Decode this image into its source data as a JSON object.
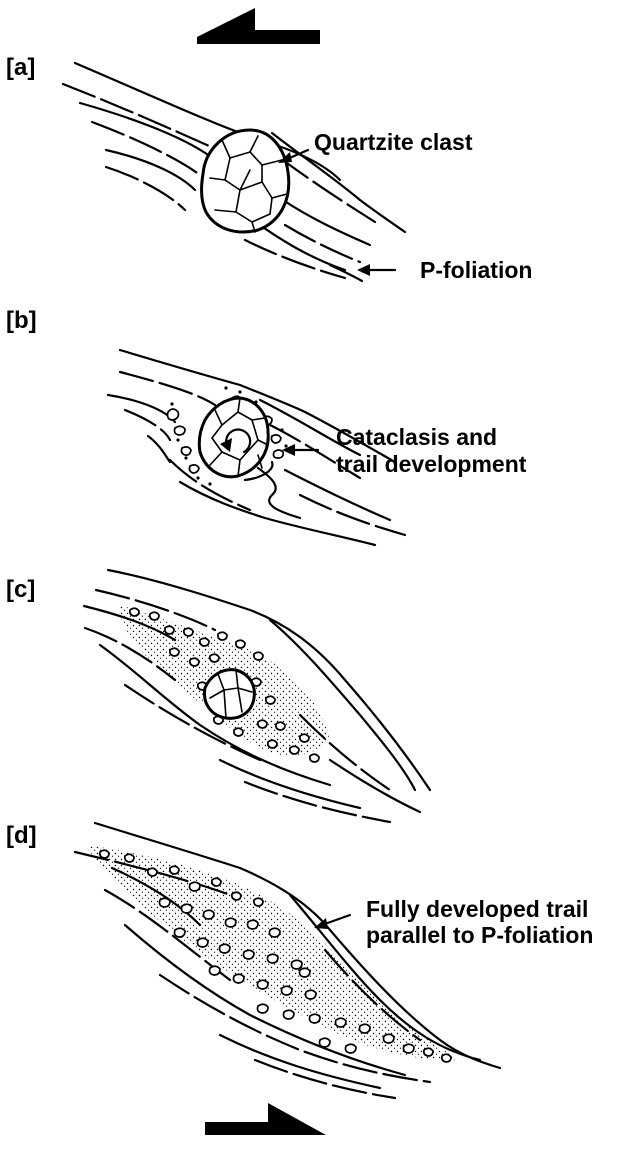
{
  "panels": [
    {
      "label": "[a]",
      "annotation_lines": [
        "Quartzite clast"
      ],
      "second_annotation": "P-foliation"
    },
    {
      "label": "[b]",
      "annotation_lines": [
        "Cataclasis and",
        "trail development"
      ]
    },
    {
      "label": "[c]",
      "annotation_lines": []
    },
    {
      "label": "[d]",
      "annotation_lines": [
        "Fully developed trail",
        "parallel to P-foliation"
      ]
    }
  ],
  "shear_sense": {
    "top_arrow": "left",
    "bottom_arrow": "right"
  }
}
